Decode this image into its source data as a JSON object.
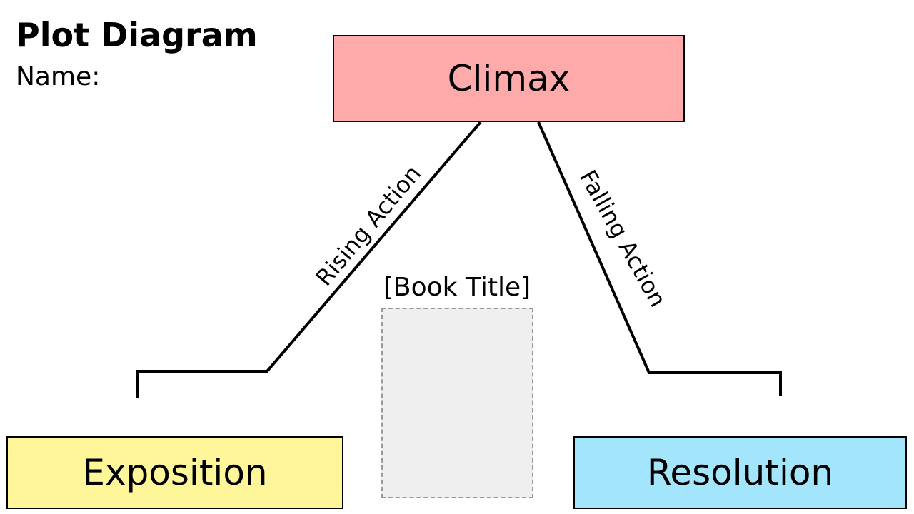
{
  "header": {
    "title": "Plot Diagram",
    "name_label": "Name:"
  },
  "stages": {
    "climax": "Climax",
    "exposition": "Exposition",
    "resolution": "Resolution"
  },
  "arc_labels": {
    "rising": "Rising Action",
    "falling": "Falling Action"
  },
  "book": {
    "title_placeholder": "[Book Title]"
  },
  "colors": {
    "climax_fill": "#ffaaaa",
    "exposition_fill": "#fff599",
    "resolution_fill": "#a3e6fb",
    "book_cover_fill": "#efefef",
    "line": "#000000"
  }
}
